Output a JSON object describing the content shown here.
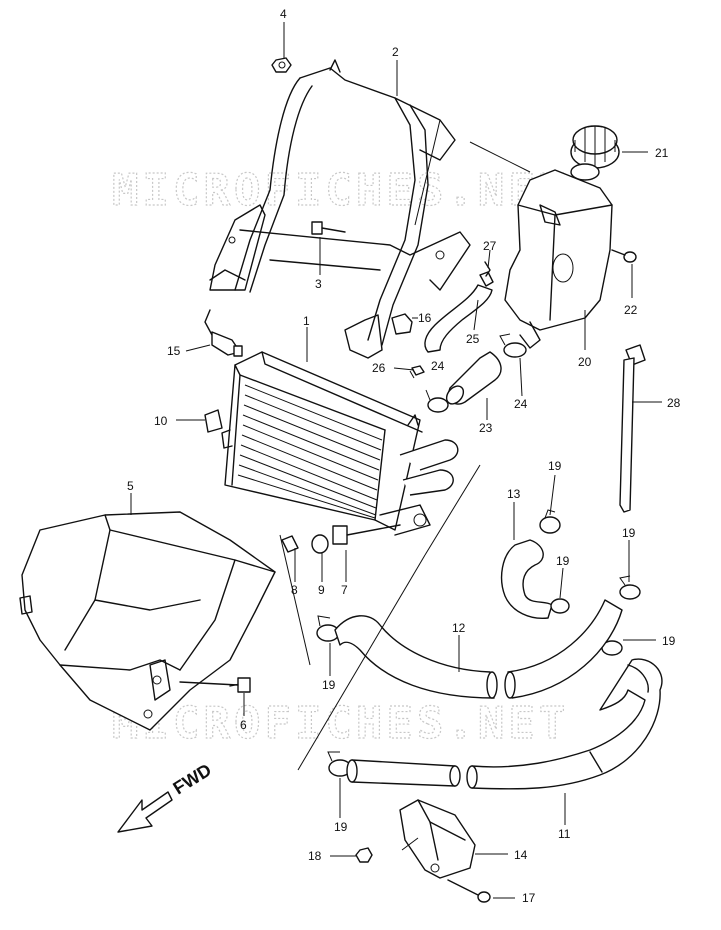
{
  "watermark": {
    "text": "MICROFICHES.NET"
  },
  "direction": {
    "label": "FWD",
    "icon": "forward-arrow-icon"
  },
  "callouts": {
    "c1": "1",
    "c2": "2",
    "c3": "3",
    "c4": "4",
    "c5": "5",
    "c6": "6",
    "c7": "7",
    "c8": "8",
    "c9": "9",
    "c10": "10",
    "c11": "11",
    "c12": "12",
    "c13": "13",
    "c14": "14",
    "c15": "15",
    "c16": "16",
    "c17": "17",
    "c18": "18",
    "c19": "19",
    "c20": "20",
    "c21": "21",
    "c22": "22",
    "c23": "23",
    "c24": "24",
    "c25": "25",
    "c26": "26",
    "c27": "27",
    "c28": "28"
  }
}
